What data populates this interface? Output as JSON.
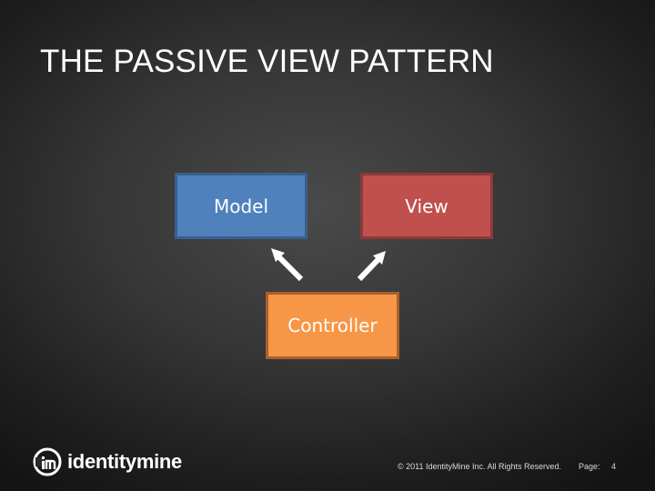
{
  "slide": {
    "title": "THE PASSIVE VIEW PATTERN"
  },
  "diagram": {
    "nodes": {
      "model": {
        "label": "Model",
        "color": "#4f81bd"
      },
      "view": {
        "label": "View",
        "color": "#c0504d"
      },
      "controller": {
        "label": "Controller",
        "color": "#f79646"
      }
    },
    "edges": [
      {
        "from": "controller",
        "to": "model"
      },
      {
        "from": "controller",
        "to": "view"
      }
    ]
  },
  "footer": {
    "brand": "identitymine",
    "logo_icon": "identitymine-logo-icon",
    "copyright": "© 2011 IdentityMine Inc. All Rights Reserved.",
    "page_label": "Page:",
    "page_number": "4"
  }
}
